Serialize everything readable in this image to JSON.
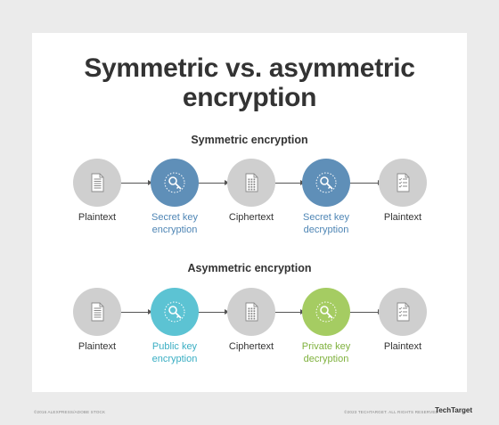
{
  "title_line1": "Symmetric vs. asymmetric",
  "title_line2": "encryption",
  "colors": {
    "gray": "#cfcfcf",
    "dark_blue": "#5f8fb8",
    "teal": "#5cc3d3",
    "green": "#a5cc62",
    "label_blue": "#4f86b5",
    "label_teal": "#3aaec3",
    "label_green": "#7fb13d"
  },
  "symmetric": {
    "heading": "Symmetric encryption",
    "steps": [
      {
        "line1": "Plaintext",
        "line2": "",
        "icon": "document-icon",
        "color": "gray"
      },
      {
        "line1": "Secret key",
        "line2": "encryption",
        "icon": "key-icon",
        "color": "dark_blue"
      },
      {
        "line1": "Ciphertext",
        "line2": "",
        "icon": "cipher-document-icon",
        "color": "gray"
      },
      {
        "line1": "Secret key",
        "line2": "decryption",
        "icon": "key-icon",
        "color": "dark_blue"
      },
      {
        "line1": "Plaintext",
        "line2": "",
        "icon": "checklist-document-icon",
        "color": "gray"
      }
    ]
  },
  "asymmetric": {
    "heading": "Asymmetric encryption",
    "steps": [
      {
        "line1": "Plaintext",
        "line2": "",
        "icon": "document-icon",
        "color": "gray"
      },
      {
        "line1": "Public key",
        "line2": "encryption",
        "icon": "key-icon",
        "color": "teal"
      },
      {
        "line1": "Ciphertext",
        "line2": "",
        "icon": "cipher-document-icon",
        "color": "gray"
      },
      {
        "line1": "Private key",
        "line2": "decryption",
        "icon": "key-icon",
        "color": "green"
      },
      {
        "line1": "Plaintext",
        "line2": "",
        "icon": "checklist-document-icon",
        "color": "gray"
      }
    ]
  },
  "footer": {
    "left": "©2016 ALEXPRESS/ADOBE STOCK",
    "right": "©2023 TECHTARGET. ALL RIGHTS RESERVED",
    "brand": "TechTarget"
  }
}
